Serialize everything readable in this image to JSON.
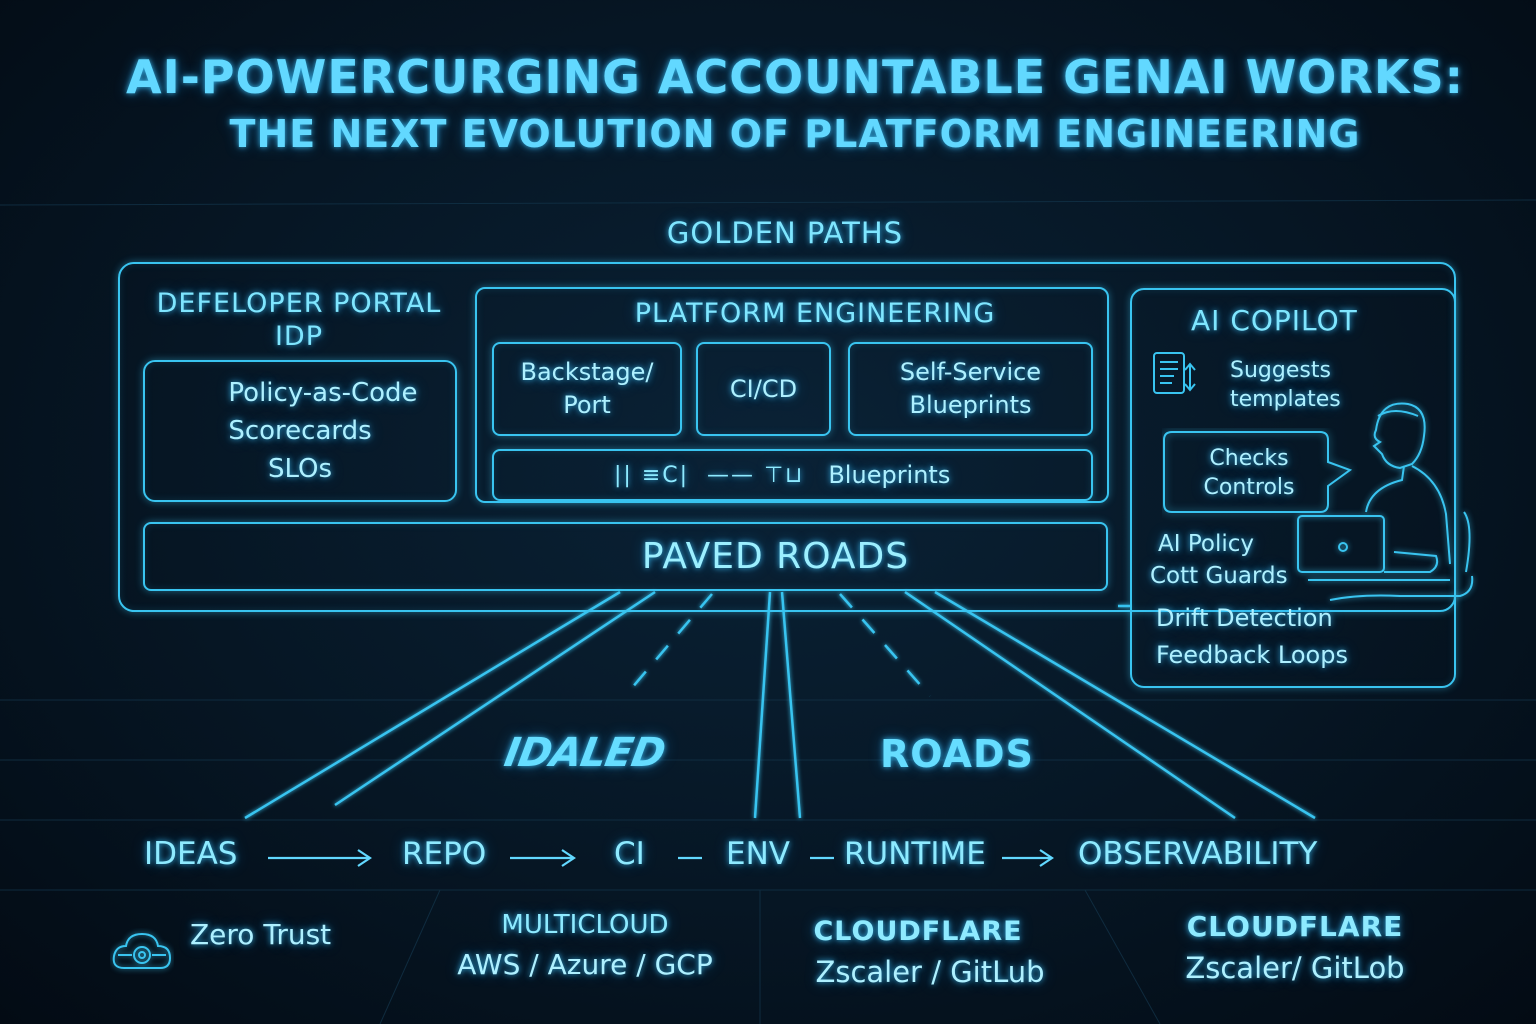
{
  "header": {
    "title": "AI-POWERCURGING ACCOUNTABLE GENAI WORKS:",
    "subtitle": "THE NEXT EVOLUTION OF PLATFORM ENGINEERING"
  },
  "golden_paths": {
    "label": "GOLDEN PATHS"
  },
  "developer_portal": {
    "title_line1": "DEFELOPER PORTAL",
    "title_line2": "IDP",
    "items": [
      "Policy-as-Code",
      "Scorecards",
      "SLOs"
    ]
  },
  "platform_engineering": {
    "title": "PLATFORM ENGINEERING",
    "cards": [
      {
        "line1": "Backstage/",
        "line2": "Port"
      },
      {
        "line1": "CI/CD",
        "line2": ""
      },
      {
        "line1": "Self-Service",
        "line2": "Blueprints"
      }
    ],
    "strip_glyphs": "|| ≡C|  —— ⊤⊔",
    "strip_label": "Blueprints"
  },
  "paved_roads": {
    "label": "PAVED ROADS"
  },
  "road": {
    "left_label": "IDALED",
    "right_label": "ROADS"
  },
  "ai_copilot": {
    "title": "AI COPILOT",
    "suggests_line1": "Suggests",
    "suggests_line2": "templates",
    "bubble_line1": "Checks",
    "bubble_line2": "Controls",
    "items": [
      "AI Policy",
      "Cott Guards",
      "Drift Detection",
      "Feedback Loops"
    ]
  },
  "flow": [
    "IDEAS",
    "REPO",
    "CI",
    "ENV",
    "RUNTIME",
    "OBSERVABILITY"
  ],
  "footer": {
    "zero_trust": "Zero Trust",
    "multicloud_title": "MULTICLOUD",
    "multicloud_sub": "AWS / Azure / GCP",
    "cloudflare1_title": "CLOUDFLARE",
    "cloudflare1_sub": "Zscaler / GitLub",
    "cloudflare2_title": "CLOUDFLARE",
    "cloudflare2_sub": "Zscaler/ GitLob"
  },
  "colors": {
    "accent": "#39c4f0",
    "text": "#7fe6ff",
    "background": "#061624"
  }
}
